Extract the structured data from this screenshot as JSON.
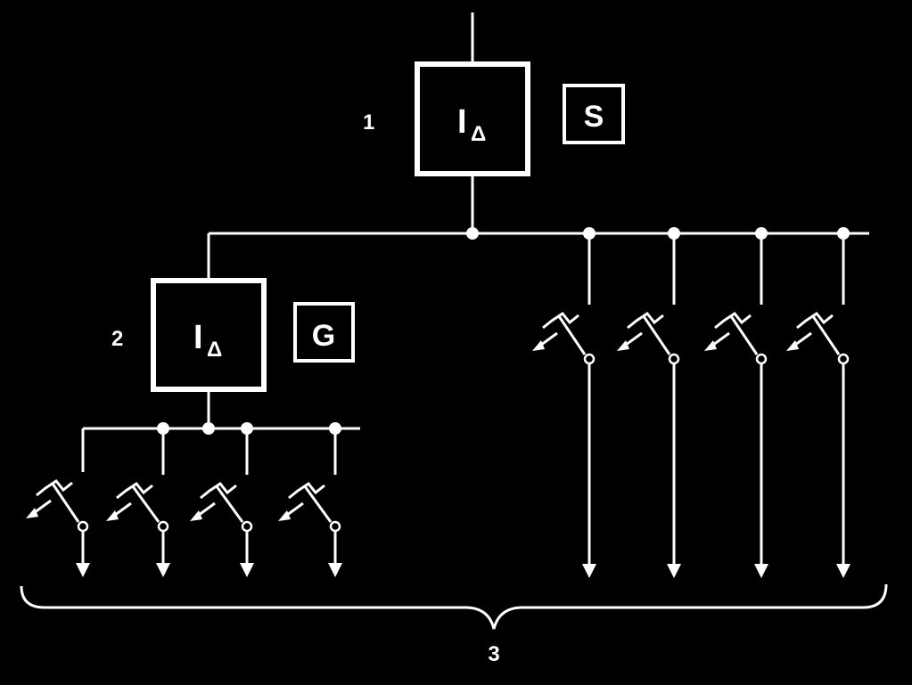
{
  "diagram": {
    "colors": {
      "background": "#000000",
      "line": "#ffffff"
    },
    "devices": {
      "upstream": {
        "number": "1",
        "symbol_main": "I",
        "symbol_sub": "Δ",
        "type_letter": "S"
      },
      "downstream": {
        "number": "2",
        "symbol_main": "I",
        "symbol_sub": "Δ",
        "type_letter": "G"
      }
    },
    "group_label": "3",
    "icons": {
      "rcd": "residual-current-device-icon",
      "breaker": "circuit-breaker-icon",
      "outgoing": "arrow-down-icon",
      "brace": "curly-brace-icon"
    }
  }
}
